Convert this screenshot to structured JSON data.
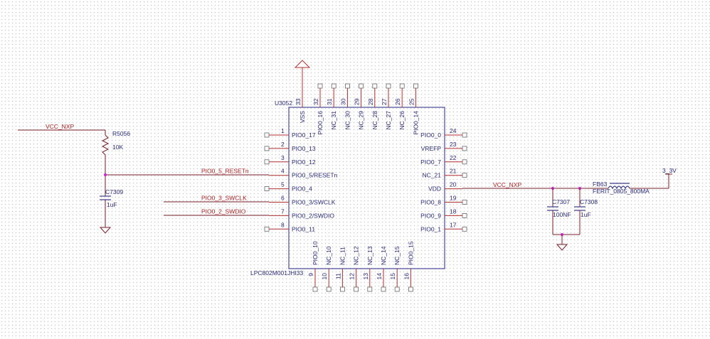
{
  "chip": {
    "refdes": "U3052",
    "part": "LPC802M001JHI33",
    "left_pins": [
      {
        "num": "1",
        "name": "PIO0_17"
      },
      {
        "num": "2",
        "name": "PIO0_13"
      },
      {
        "num": "3",
        "name": "PIO0_12"
      },
      {
        "num": "4",
        "name": "PIO0_5/RESETn",
        "net": "PIO0_5_RESETn"
      },
      {
        "num": "5",
        "name": "PIO0_4"
      },
      {
        "num": "6",
        "name": "PIO0_3/SWCLK",
        "net": "PIO0_3_SWCLK"
      },
      {
        "num": "7",
        "name": "PIO0_2/SWDIO",
        "net": "PIO0_2_SWDIO"
      },
      {
        "num": "8",
        "name": "PIO0_11"
      }
    ],
    "right_pins": [
      {
        "num": "24",
        "name": "PIO0_0"
      },
      {
        "num": "23",
        "name": "VREFP"
      },
      {
        "num": "22",
        "name": "PIO0_7"
      },
      {
        "num": "21",
        "name": "NC_21"
      },
      {
        "num": "20",
        "name": "VDD",
        "net": "VCC_NXP"
      },
      {
        "num": "19",
        "name": "PIO0_8"
      },
      {
        "num": "18",
        "name": "PIO0_9"
      },
      {
        "num": "17",
        "name": "PIO0_1"
      }
    ],
    "top_pins": [
      {
        "num": "33",
        "name": "VSS"
      },
      {
        "num": "32",
        "name": "PIO0_16"
      },
      {
        "num": "31",
        "name": "NC_31"
      },
      {
        "num": "30",
        "name": "NC_30"
      },
      {
        "num": "29",
        "name": "NC_29"
      },
      {
        "num": "28",
        "name": "NC_28"
      },
      {
        "num": "27",
        "name": "NC_27"
      },
      {
        "num": "26",
        "name": "NC_26"
      },
      {
        "num": "25",
        "name": "PIO0_14"
      }
    ],
    "bottom_pins": [
      {
        "num": "9",
        "name": "PIO0_10"
      },
      {
        "num": "10",
        "name": "NC_10"
      },
      {
        "num": "11",
        "name": "NC_11"
      },
      {
        "num": "12",
        "name": "NC_12"
      },
      {
        "num": "13",
        "name": "NC_13"
      },
      {
        "num": "14",
        "name": "NC_14"
      },
      {
        "num": "15",
        "name": "NC_15"
      },
      {
        "num": "16",
        "name": "PIO0_15"
      }
    ]
  },
  "left_circuit": {
    "net": "VCC_NXP",
    "resistor": {
      "ref": "R5056",
      "value": "10K"
    },
    "capacitor": {
      "ref": "C7309",
      "value": "1uF"
    }
  },
  "right_circuit": {
    "cap1": {
      "ref": "C7307",
      "value": "100NF"
    },
    "cap2": {
      "ref": "C7308",
      "value": "1uF"
    },
    "ferrite": {
      "ref": "FB63",
      "value": "FERIT_0805_800MA"
    },
    "power": "3_3V"
  },
  "colors": {
    "wire": "#7a1f2a",
    "net_label": "#b02020",
    "body": "#4a4a9a",
    "junction": "#cc22cc"
  }
}
